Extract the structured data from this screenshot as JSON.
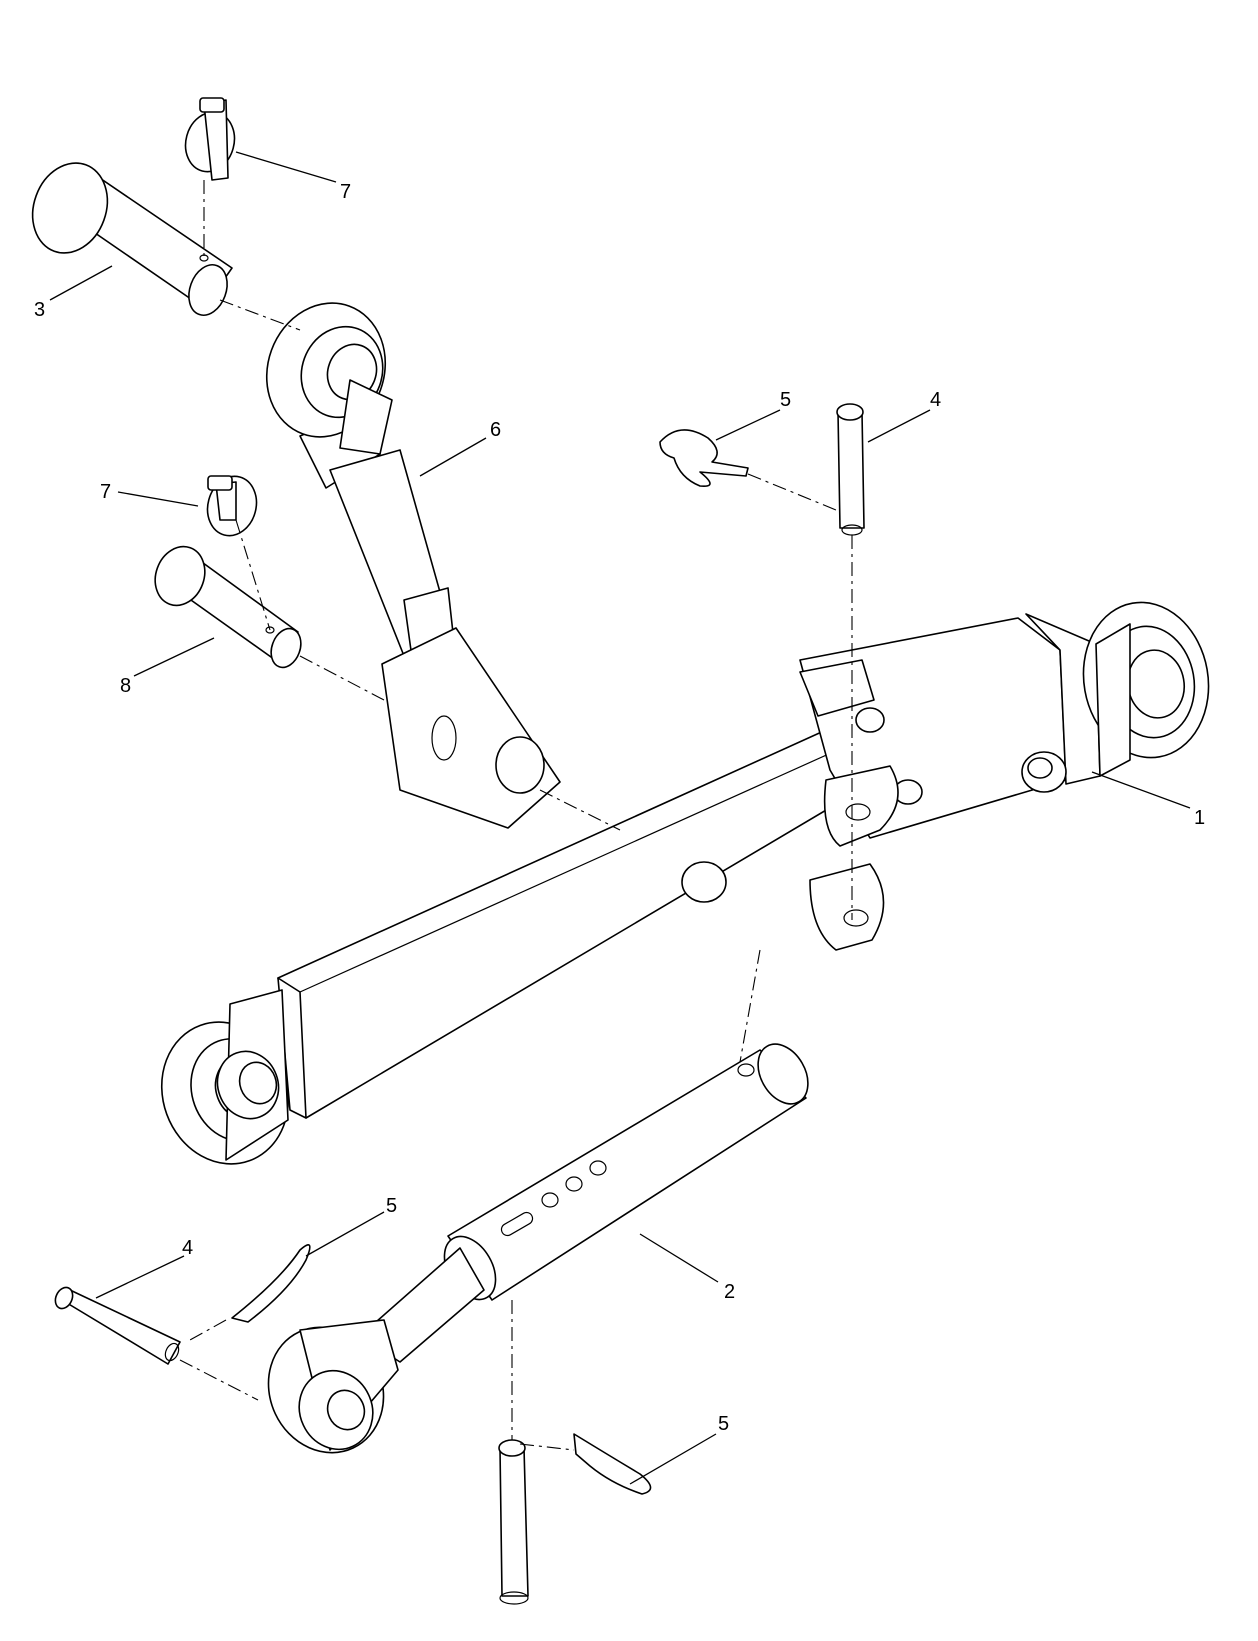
{
  "callouts": [
    {
      "id": "c1",
      "text": "1"
    },
    {
      "id": "c2",
      "text": "2"
    },
    {
      "id": "c3",
      "text": "3"
    },
    {
      "id": "c4a",
      "text": "4"
    },
    {
      "id": "c4b",
      "text": "4"
    },
    {
      "id": "c5a",
      "text": "5"
    },
    {
      "id": "c5b",
      "text": "5"
    },
    {
      "id": "c5c",
      "text": "5"
    },
    {
      "id": "c6",
      "text": "6"
    },
    {
      "id": "c7a",
      "text": "7"
    },
    {
      "id": "c7b",
      "text": "7"
    },
    {
      "id": "c8",
      "text": "8"
    }
  ]
}
